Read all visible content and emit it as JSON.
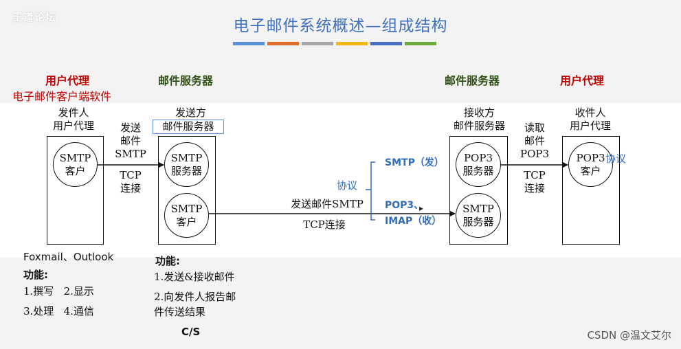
{
  "watermark": "王道论坛",
  "title": "电子邮件系统概述—组成结构",
  "title_bar_colors": [
    "#5b8fd6",
    "#e06d2c",
    "#a6a6a6",
    "#f2b81a",
    "#4a6fc2",
    "#6fa83a"
  ],
  "headers": {
    "left_agent": "用户代理",
    "left_agent_sub": "电子邮件客户端软件",
    "left_server": "邮件服务器",
    "right_server": "邮件服务器",
    "right_agent": "用户代理"
  },
  "nodes": {
    "sender_label": "发件人\n用户代理",
    "sender_circle": "SMTP\n客户",
    "send_server_label": "发送方",
    "send_server_label2": "邮件服务器",
    "send_server_top": "SMTP\n服务器",
    "send_server_bottom": "SMTP\n客户",
    "recv_server_label": "接收方\n邮件服务器",
    "recv_server_top": "POP3\n服务器",
    "recv_server_bottom": "SMTP\n服务器",
    "recipient_label": "收件人\n用户代理",
    "recipient_circle": "POP3\n客户"
  },
  "edges": {
    "left_send": "发送\n邮件\nSMTP",
    "left_tcp": "TCP\n连接",
    "middle_send": "发送邮件SMTP",
    "middle_tcp": "TCP连接",
    "right_read": "读取\n邮件\nPOP3",
    "right_tcp": "TCP\n连接"
  },
  "protocols": {
    "label": "协议",
    "smtp": "SMTP（发）",
    "pop3": "POP3、",
    "imap": "IMAP（收）",
    "right_label": "协议"
  },
  "client_info": {
    "products": "Foxmail、Outlook",
    "func_title": "功能:",
    "func_row1": "1.撰写   2.显示",
    "func_row2": "3.处理   4.通信"
  },
  "server_info": {
    "func_title": "功能:",
    "func_1": "1.发送&接收邮件",
    "func_2a": "2.向发件人报告邮",
    "func_2b": "件传送结果",
    "model": "C/S"
  },
  "footer": "CSDN @温文艾尔"
}
